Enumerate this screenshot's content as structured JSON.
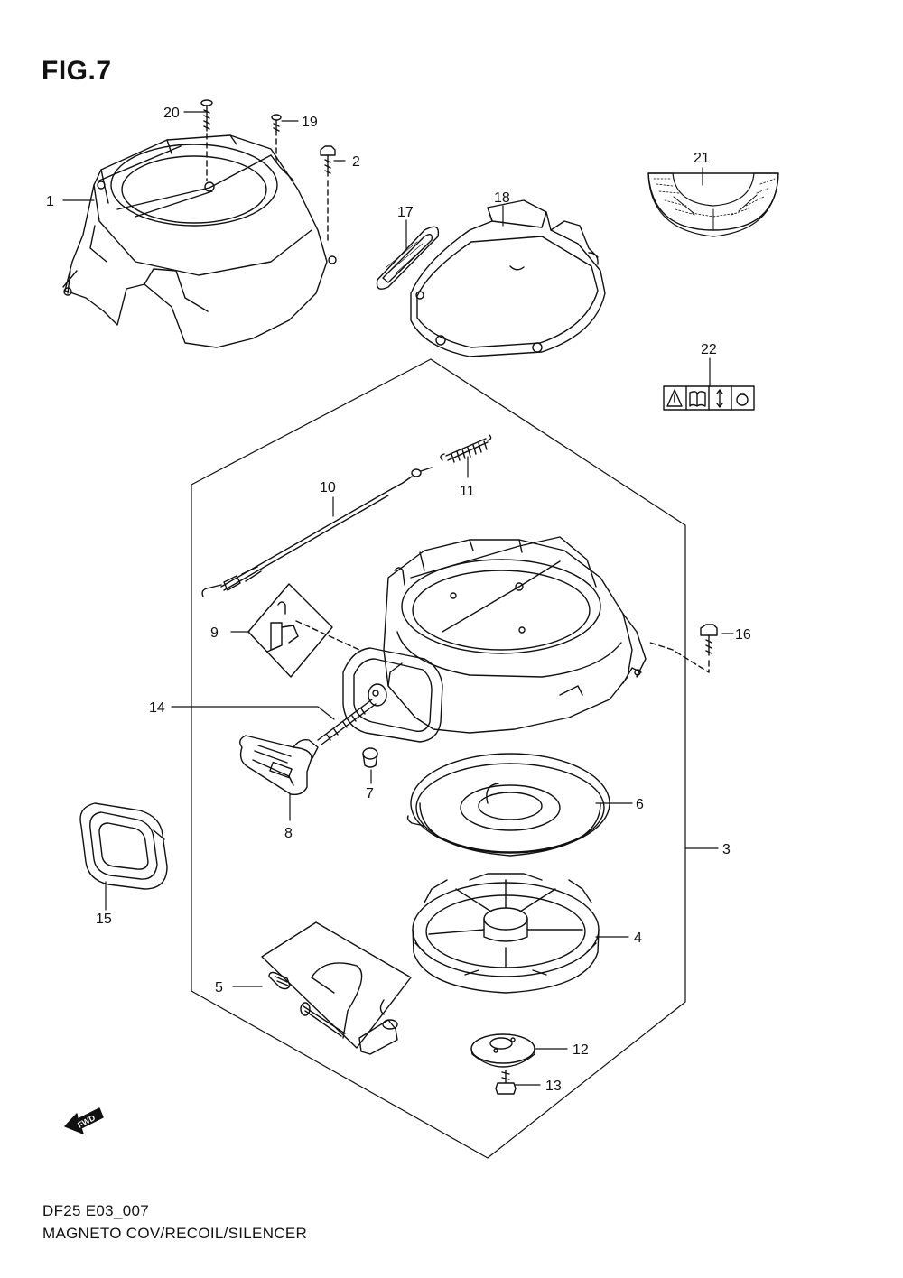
{
  "figure": {
    "title": "FIG.7",
    "code": "DF25 E03_007",
    "name": "MAGNETO COV/RECOIL/SILENCER"
  },
  "direction_arrow": {
    "label": "FWD",
    "icon": "fwd-arrow-icon"
  },
  "parts": [
    {
      "id": "1",
      "label": "1"
    },
    {
      "id": "2",
      "label": "2"
    },
    {
      "id": "3",
      "label": "3"
    },
    {
      "id": "4",
      "label": "4"
    },
    {
      "id": "5",
      "label": "5"
    },
    {
      "id": "6",
      "label": "6"
    },
    {
      "id": "7",
      "label": "7"
    },
    {
      "id": "8",
      "label": "8"
    },
    {
      "id": "9",
      "label": "9"
    },
    {
      "id": "10",
      "label": "10"
    },
    {
      "id": "11",
      "label": "11"
    },
    {
      "id": "12",
      "label": "12"
    },
    {
      "id": "13",
      "label": "13"
    },
    {
      "id": "14",
      "label": "14"
    },
    {
      "id": "15",
      "label": "15"
    },
    {
      "id": "16",
      "label": "16"
    },
    {
      "id": "17",
      "label": "17"
    },
    {
      "id": "18",
      "label": "18"
    },
    {
      "id": "19",
      "label": "19"
    },
    {
      "id": "20",
      "label": "20"
    },
    {
      "id": "21",
      "label": "21"
    },
    {
      "id": "22",
      "label": "22"
    }
  ],
  "warning_label_icons": [
    "warning-triangle-icon",
    "manual-book-icon",
    "up-down-arrow-icon",
    "circle-icon"
  ]
}
